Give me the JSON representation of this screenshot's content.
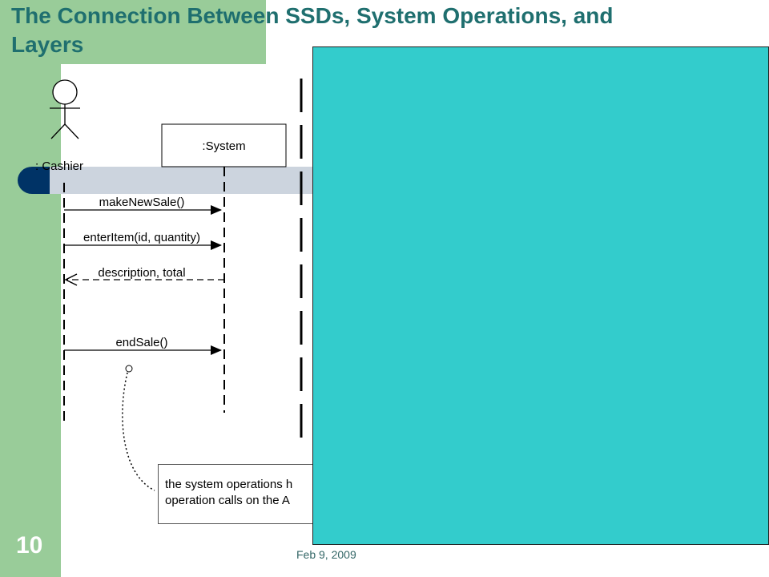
{
  "slide": {
    "title": "The Connection Between SSDs, System Operations, and\nLayers",
    "number": "10",
    "date": "Feb 9, 2009"
  },
  "diagram": {
    "actor_label": ": Cashier",
    "system_label": ":System",
    "messages": [
      {
        "label": "makeNewSale()",
        "type": "call"
      },
      {
        "label": "enterItem(id, quantity)",
        "type": "call"
      },
      {
        "label": "description, total",
        "type": "return"
      },
      {
        "label": "endSale()",
        "type": "call"
      }
    ],
    "note_lines": [
      "the system operations h",
      "operation calls on the A"
    ]
  },
  "colors": {
    "band_green": "#99cc99",
    "title_teal": "#1f6f6f",
    "highlight_navy": "#003366",
    "highlight_gray": "#ccd4de",
    "overlay_cyan": "#33cccc"
  }
}
